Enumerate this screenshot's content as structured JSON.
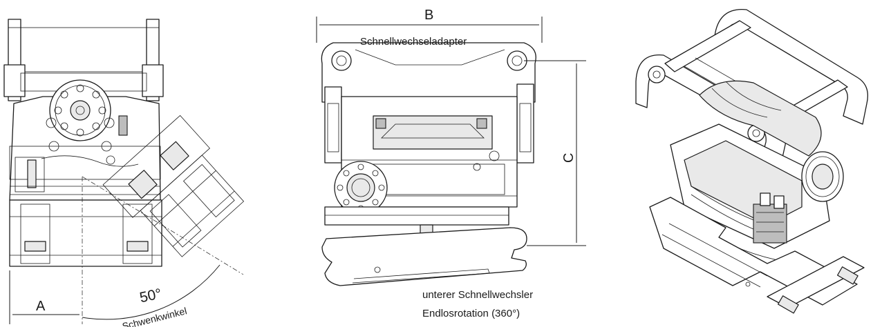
{
  "labels": {
    "dim_a": "A",
    "dim_b": "B",
    "dim_c": "C",
    "angle_value": "50°",
    "angle_label": "Schwenkwinkel",
    "adapter_label": "Schnellwechseladapter",
    "lower_coupler_label": "unterer Schnellwechsler",
    "rotation_label": "Endlosrotation (360°)"
  }
}
